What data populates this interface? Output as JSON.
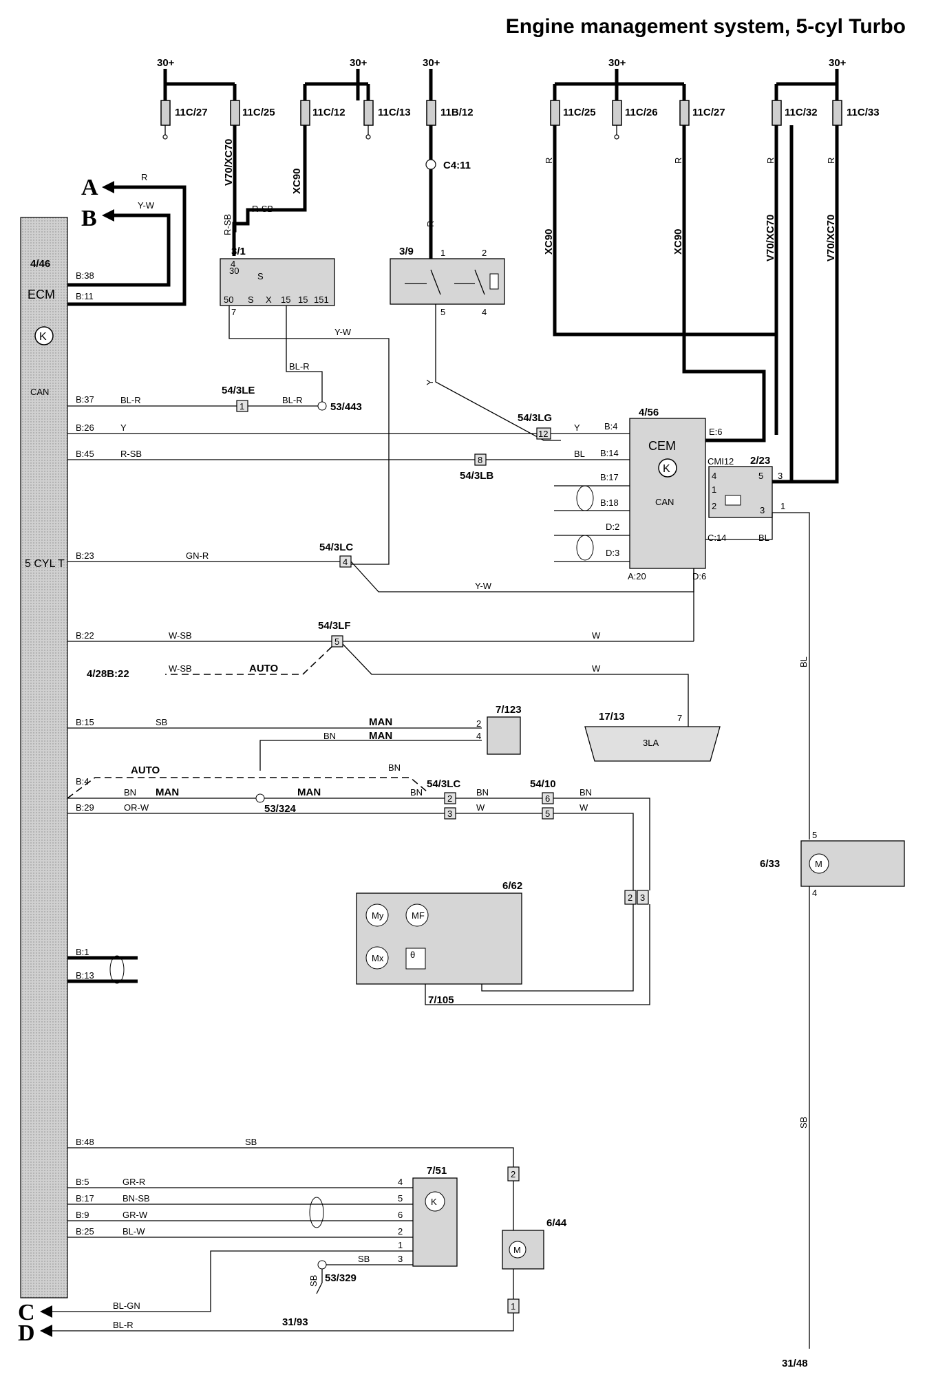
{
  "title": "Engine management system, 5-cyl Turbo",
  "supply": "30+",
  "fuses": [
    "11C/27",
    "11C/25",
    "11C/12",
    "11C/13",
    "11B/12",
    "11C/25",
    "11C/26",
    "11C/27",
    "11C/32",
    "11C/33"
  ],
  "fuse_pins": [
    "1",
    "2"
  ],
  "variants": {
    "v70": "V70/XC70",
    "xc90": "XC90"
  },
  "colors": {
    "R": "R",
    "YW": "Y-W",
    "RSB": "R-SB",
    "BLR": "BL-R",
    "Y": "Y",
    "GNR": "GN-R",
    "WSB": "W-SB",
    "W": "W",
    "SB": "SB",
    "BN": "BN",
    "ORW": "OR-W",
    "BL": "BL",
    "GRR": "GR-R",
    "BNSB": "BN-SB",
    "GRW": "GR-W",
    "BLW": "BL-W",
    "BLGN": "BL-GN"
  },
  "connectors": {
    "c411": "C4:11"
  },
  "ecm": {
    "id": "4/46",
    "label": "ECM",
    "variant": "5 CYL T",
    "can": "CAN",
    "pins": [
      "B:38",
      "B:11",
      "B:37",
      "B:26",
      "B:45",
      "B:23",
      "B:22",
      "B:15",
      "B:4",
      "B:29",
      "B:1",
      "B:13",
      "B:48",
      "B:5",
      "B:17",
      "B:9",
      "B:25"
    ]
  },
  "k_symbol": "K",
  "ign_switch": {
    "id": "3/1",
    "pin_top": "4",
    "top_label": "30",
    "sub": "S",
    "pins": [
      "50",
      "S",
      "X",
      "15",
      "15",
      "151"
    ],
    "pin7": "7"
  },
  "switch_39": {
    "id": "3/9",
    "pins": [
      "1",
      "2",
      "5",
      "4"
    ]
  },
  "cem": {
    "id": "4/56",
    "label": "CEM",
    "can": "CAN",
    "cmi": "CMI12",
    "pins_left": [
      "B:4",
      "B:14",
      "B:17",
      "B:18",
      "D:2",
      "D:3"
    ],
    "pins_right": [
      "E:6",
      "C:14"
    ],
    "pins_bottom": [
      "A:20",
      "D:6"
    ]
  },
  "relay": {
    "id": "2/23",
    "pins": [
      "4",
      "1",
      "2",
      "5",
      "3",
      "1",
      "3"
    ]
  },
  "splices": [
    "54/3LE",
    "54/3LG",
    "54/3LB",
    "54/3LC",
    "54/3LF",
    "54/3LC",
    "54/10"
  ],
  "splice_pins": [
    "1",
    "12",
    "8",
    "4",
    "5",
    "2",
    "3",
    "6",
    "5"
  ],
  "grounds": [
    "53/443",
    "53/324",
    "53/329"
  ],
  "ext_ref": {
    "to": "4/28B:22",
    "auto": "AUTO",
    "man": "MAN"
  },
  "sensor_7123": {
    "id": "7/123",
    "pins": [
      "2",
      "4"
    ]
  },
  "diag": {
    "id": "17/13",
    "pin": "7",
    "inner": "3LA"
  },
  "throttle": {
    "id": "6/62",
    "sub": "7/105",
    "motors": [
      "My",
      "MF",
      "Mx"
    ],
    "theta": "θ",
    "conn": [
      "2",
      "3"
    ]
  },
  "motor_633": {
    "id": "6/33",
    "pins": [
      "5",
      "4"
    ],
    "m": "M",
    "ground": "31/48"
  },
  "module_751": {
    "id": "7/51",
    "pins": [
      "4",
      "5",
      "6",
      "2",
      "1",
      "3"
    ]
  },
  "fan_644": {
    "id": "6/44",
    "m": "M",
    "pins": [
      "2",
      "1"
    ]
  },
  "ground_3193": "31/93",
  "edge_refs": [
    "A",
    "B",
    "C",
    "D"
  ]
}
